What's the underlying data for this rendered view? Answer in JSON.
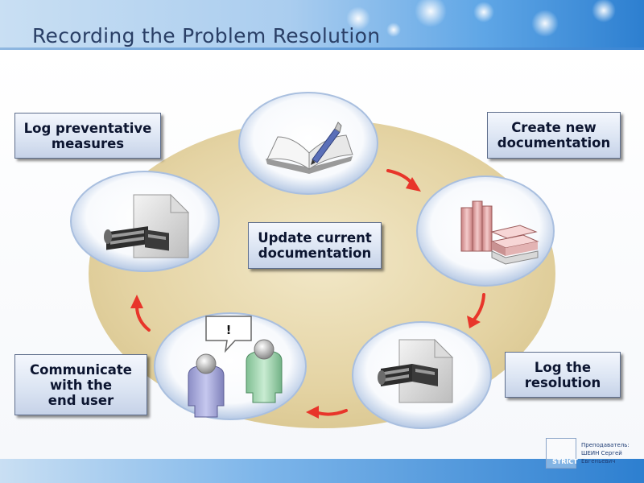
{
  "slide": {
    "title": "Recording the Problem Resolution"
  },
  "labels": {
    "log_preventative": "Log preventative\nmeasures",
    "create_new": "Create new\ndocumentation",
    "update_current": "Update current\ndocumentation",
    "log_resolution": "Log the\nresolution",
    "communicate": "Communicate\nwith the\nend user"
  },
  "speech_bubble": "!",
  "logo": {
    "brand": "STRICT",
    "line1": "Преподаватель:",
    "line2": "ШЕИН Сергей",
    "line3": "Евгеньевич"
  },
  "colors": {
    "ellipse": "#e6d6a8",
    "circle_fill": "#ffffff",
    "circle_edge": "#b7c9e2",
    "arrow": "#e8352a",
    "header_dark": "#2d7fd0",
    "title_text": "#2a3f66"
  },
  "icons": {
    "top": "open-book-pen-icon",
    "right": "book-stack-icon",
    "bottom_right": "document-scanner-icon",
    "bottom_left": "two-users-icon",
    "left": "document-scanner-icon"
  }
}
